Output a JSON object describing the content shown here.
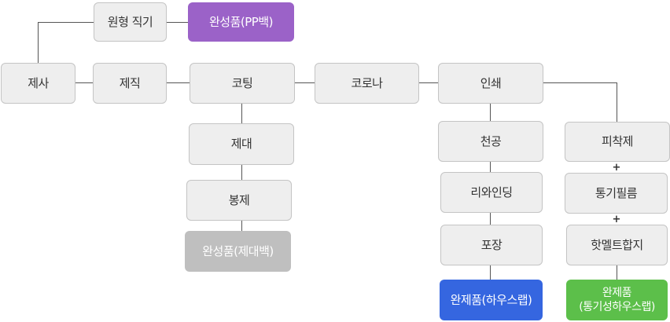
{
  "nodes": {
    "round_weaving": "원형 직기",
    "finished_pp_bag": "완성품(PP백)",
    "yarn_making": "제사",
    "weaving": "제직",
    "coating": "코팅",
    "corona": "코로나",
    "printing": "인쇄",
    "bag_making": "제대",
    "sewing": "봉제",
    "finished_bag": "완성품(제대백)",
    "punching": "천공",
    "rewinding": "리와인딩",
    "packaging": "포장",
    "finished_house_wrap": "완제품(하우스랩)",
    "adhesive": "피착제",
    "breathable_film": "통기필름",
    "hot_melt_lamination": "핫멜트합지",
    "finished_breathable_house_wrap": "완제품\n(통기성하우스랩)"
  },
  "plus_sign": "+",
  "colors": {
    "purple": "#9b62c8",
    "gray": "#bfbfbf",
    "blue": "#3566e0",
    "green": "#5cbf4a",
    "box_fill": "#eeeeee",
    "box_border": "#c4c4c4",
    "line": "#555555"
  }
}
